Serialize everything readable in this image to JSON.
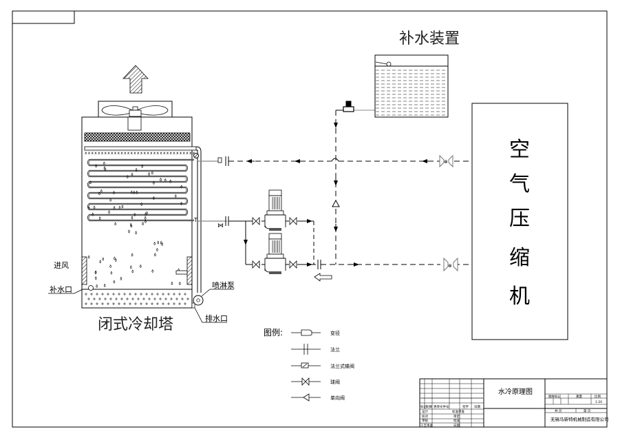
{
  "title": "水冷原理图",
  "cooling_tower": {
    "label": "闭式冷却塔",
    "air_inlet": "进风",
    "makeup_inlet": "补水口",
    "spray_pump": "喷淋泵",
    "drain_outlet": "排水口"
  },
  "makeup_device": {
    "label": "补水装置"
  },
  "compressor": {
    "label_chars": [
      "空",
      "气",
      "压",
      "缩",
      "机"
    ]
  },
  "legend": {
    "title": "图例:",
    "items": [
      {
        "symbol": "reducer",
        "label": "变径"
      },
      {
        "symbol": "flange",
        "label": "法兰"
      },
      {
        "symbol": "flange-butterfly-valve",
        "label": "法兰式蝶阀"
      },
      {
        "symbol": "ball-valve",
        "label": "球阀"
      },
      {
        "symbol": "check-valve",
        "label": "单向阀"
      }
    ]
  },
  "title_block": {
    "drawing_name": "水冷原理图",
    "revision_headers": [
      "标记",
      "处数",
      "更改文件号",
      "签字",
      "日期"
    ],
    "sign_rows": [
      [
        "设计",
        "标准审查"
      ],
      [
        "校对",
        "审定"
      ],
      [
        "审核",
        "批准"
      ],
      [
        "工艺审查",
        "日期"
      ]
    ],
    "drawing_mark": "图样标记",
    "weight": "重量",
    "scale_label": "比例",
    "scale_value": "1:20",
    "total_sheets": "共  页",
    "sheet_no": "第  页",
    "company": "无锡马新特机械制造有限公司"
  }
}
